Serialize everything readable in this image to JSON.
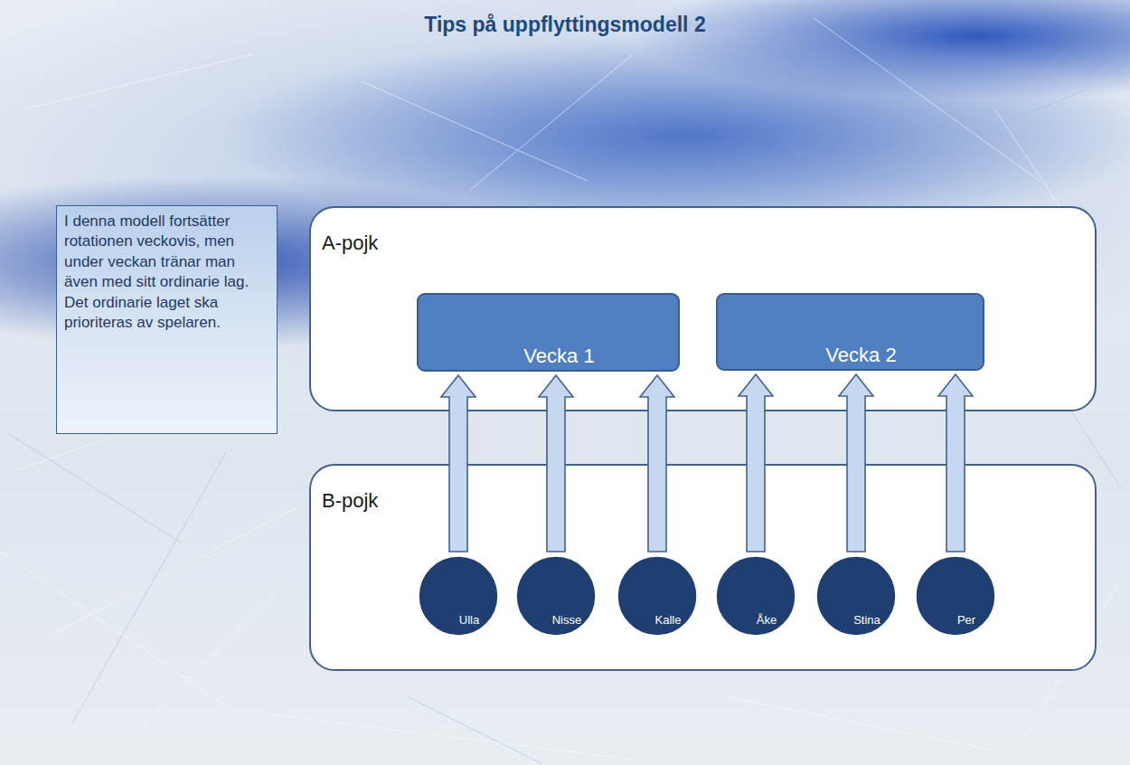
{
  "diagram": {
    "title": "Tips på uppflyttingsmodell 2",
    "nodes": [
      {
        "text": [
          "I denna modell fortsätter rotationen veckovis, men under veckan tränar man även med sitt ordinarie lag. Det ordinarie laget ska prioriteras av spelaren."
        ]
      },
      {
        "text": [
          "A-pojk"
        ]
      },
      {
        "text": [
          "Vecka 1"
        ],
        "in": 1
      },
      {
        "text": [
          "Vecka 2"
        ],
        "in": 1
      },
      {
        "text": [
          "B-pojk"
        ]
      },
      {
        "text": [
          "Ulla"
        ],
        "in": 4
      },
      {
        "text": [
          "Nisse"
        ],
        "in": 4
      },
      {
        "text": [
          "Kalle"
        ],
        "in": 4
      },
      {
        "text": [
          "Åke"
        ],
        "in": 4
      },
      {
        "text": [
          "Stina"
        ],
        "in": 4
      },
      {
        "text": [
          "Per"
        ],
        "in": 4
      }
    ],
    "edges": [
      {
        "from": 5,
        "to": 2,
        "arrow": "to"
      },
      {
        "from": 6,
        "to": 2,
        "arrow": "to"
      },
      {
        "from": 7,
        "to": 2,
        "arrow": "to"
      },
      {
        "from": 8,
        "to": 3,
        "arrow": "to"
      },
      {
        "from": 9,
        "to": 3,
        "arrow": "to"
      },
      {
        "from": 10,
        "to": 3,
        "arrow": "to"
      }
    ]
  }
}
